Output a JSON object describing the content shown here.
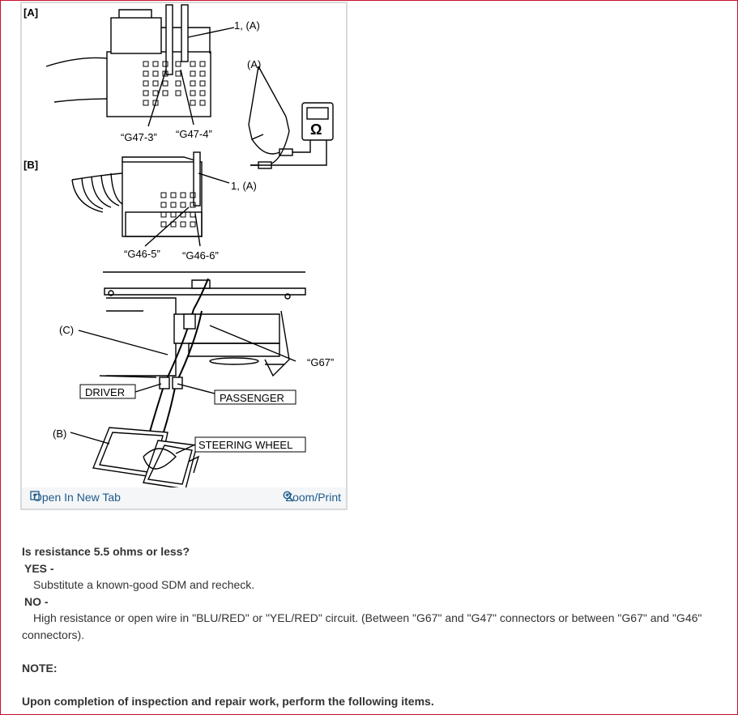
{
  "figure": {
    "label_A": "[A]",
    "label_B": "[B]",
    "callout_1A_top": "1, (A)",
    "callout_1A_mid": "1, (A)",
    "probe_label": "(A)",
    "ohm_symbol": "Ω",
    "term_g47_3": "“G47-3”",
    "term_g47_4": "“G47-4”",
    "term_g46_5": "“G46-5”",
    "term_g46_6": "“G46-6”",
    "label_C": "(C)",
    "label_g67": "“G67”",
    "label_driver": "DRIVER",
    "label_passenger": "PASSENGER",
    "label_B_part": "(B)",
    "label_steering": "STEERING WHEEL",
    "open_new_tab": "Open In New Tab",
    "zoom_print": "Zoom/Print"
  },
  "content": {
    "question": "Is resistance 5.5 ohms or less?",
    "yes_label": "YES -",
    "yes_text": "Substitute a known-good SDM and recheck.",
    "no_label": "NO -",
    "no_text": "High resistance or open wire in \"BLU/RED\" or \"YEL/RED\" circuit. (Between \"G67\" and \"G47\" connectors or between \"G67\" and \"G46\" connectors).",
    "note_label": "NOTE:",
    "completion_text": "Upon completion of inspection and repair work, perform the following items."
  },
  "colors": {
    "frame_border": "#c8102e",
    "link_color": "#1e5a8a",
    "toolbar_bg": "#f4f6f8",
    "text_color": "#333333"
  }
}
